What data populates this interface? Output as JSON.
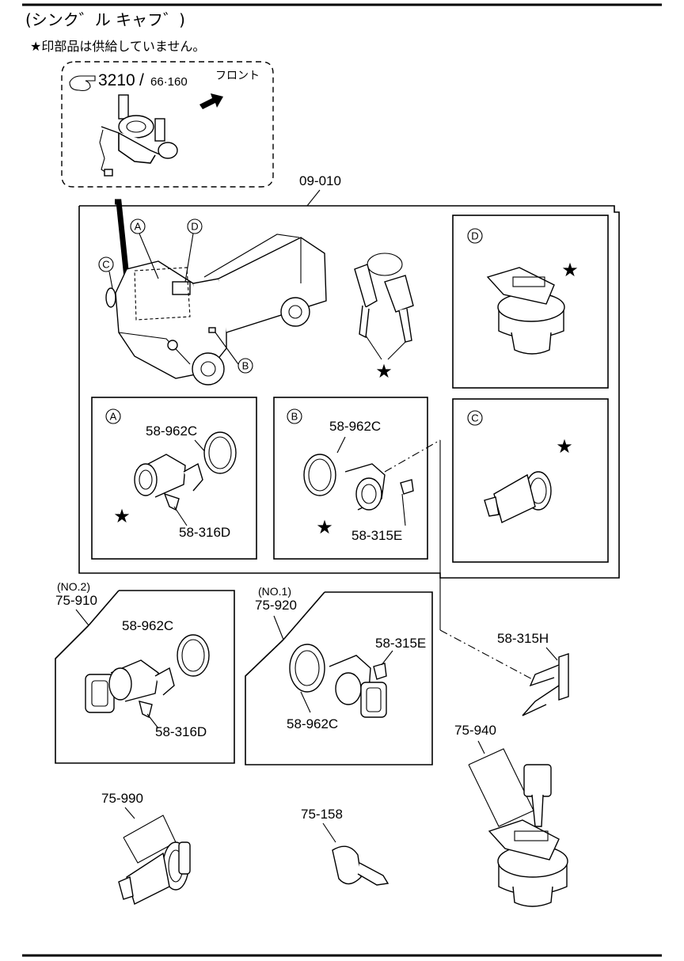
{
  "header": {
    "title": "(シンク゛ル キャフ゛)",
    "note": "★印部品は供給していません。"
  },
  "reference": {
    "code": "3210",
    "subcode": "66·160",
    "direction": "フロント"
  },
  "parts": {
    "assembly": "09-010",
    "key_set_no2": "75-910",
    "key_set_no2_tag": "(NO.2)",
    "key_set_no1": "75-920",
    "key_set_no1_tag": "(NO.1)",
    "o_ring": "58-962C",
    "retainer_d": "58-316D",
    "retainer_e": "58-315E",
    "retainer_h": "58-315H",
    "fuel_cap": "75-940",
    "glove_lock": "75-990",
    "blank_key": "75-158"
  },
  "callouts": {
    "a": "A",
    "b": "B",
    "c": "C",
    "d": "D",
    "star": "★"
  }
}
